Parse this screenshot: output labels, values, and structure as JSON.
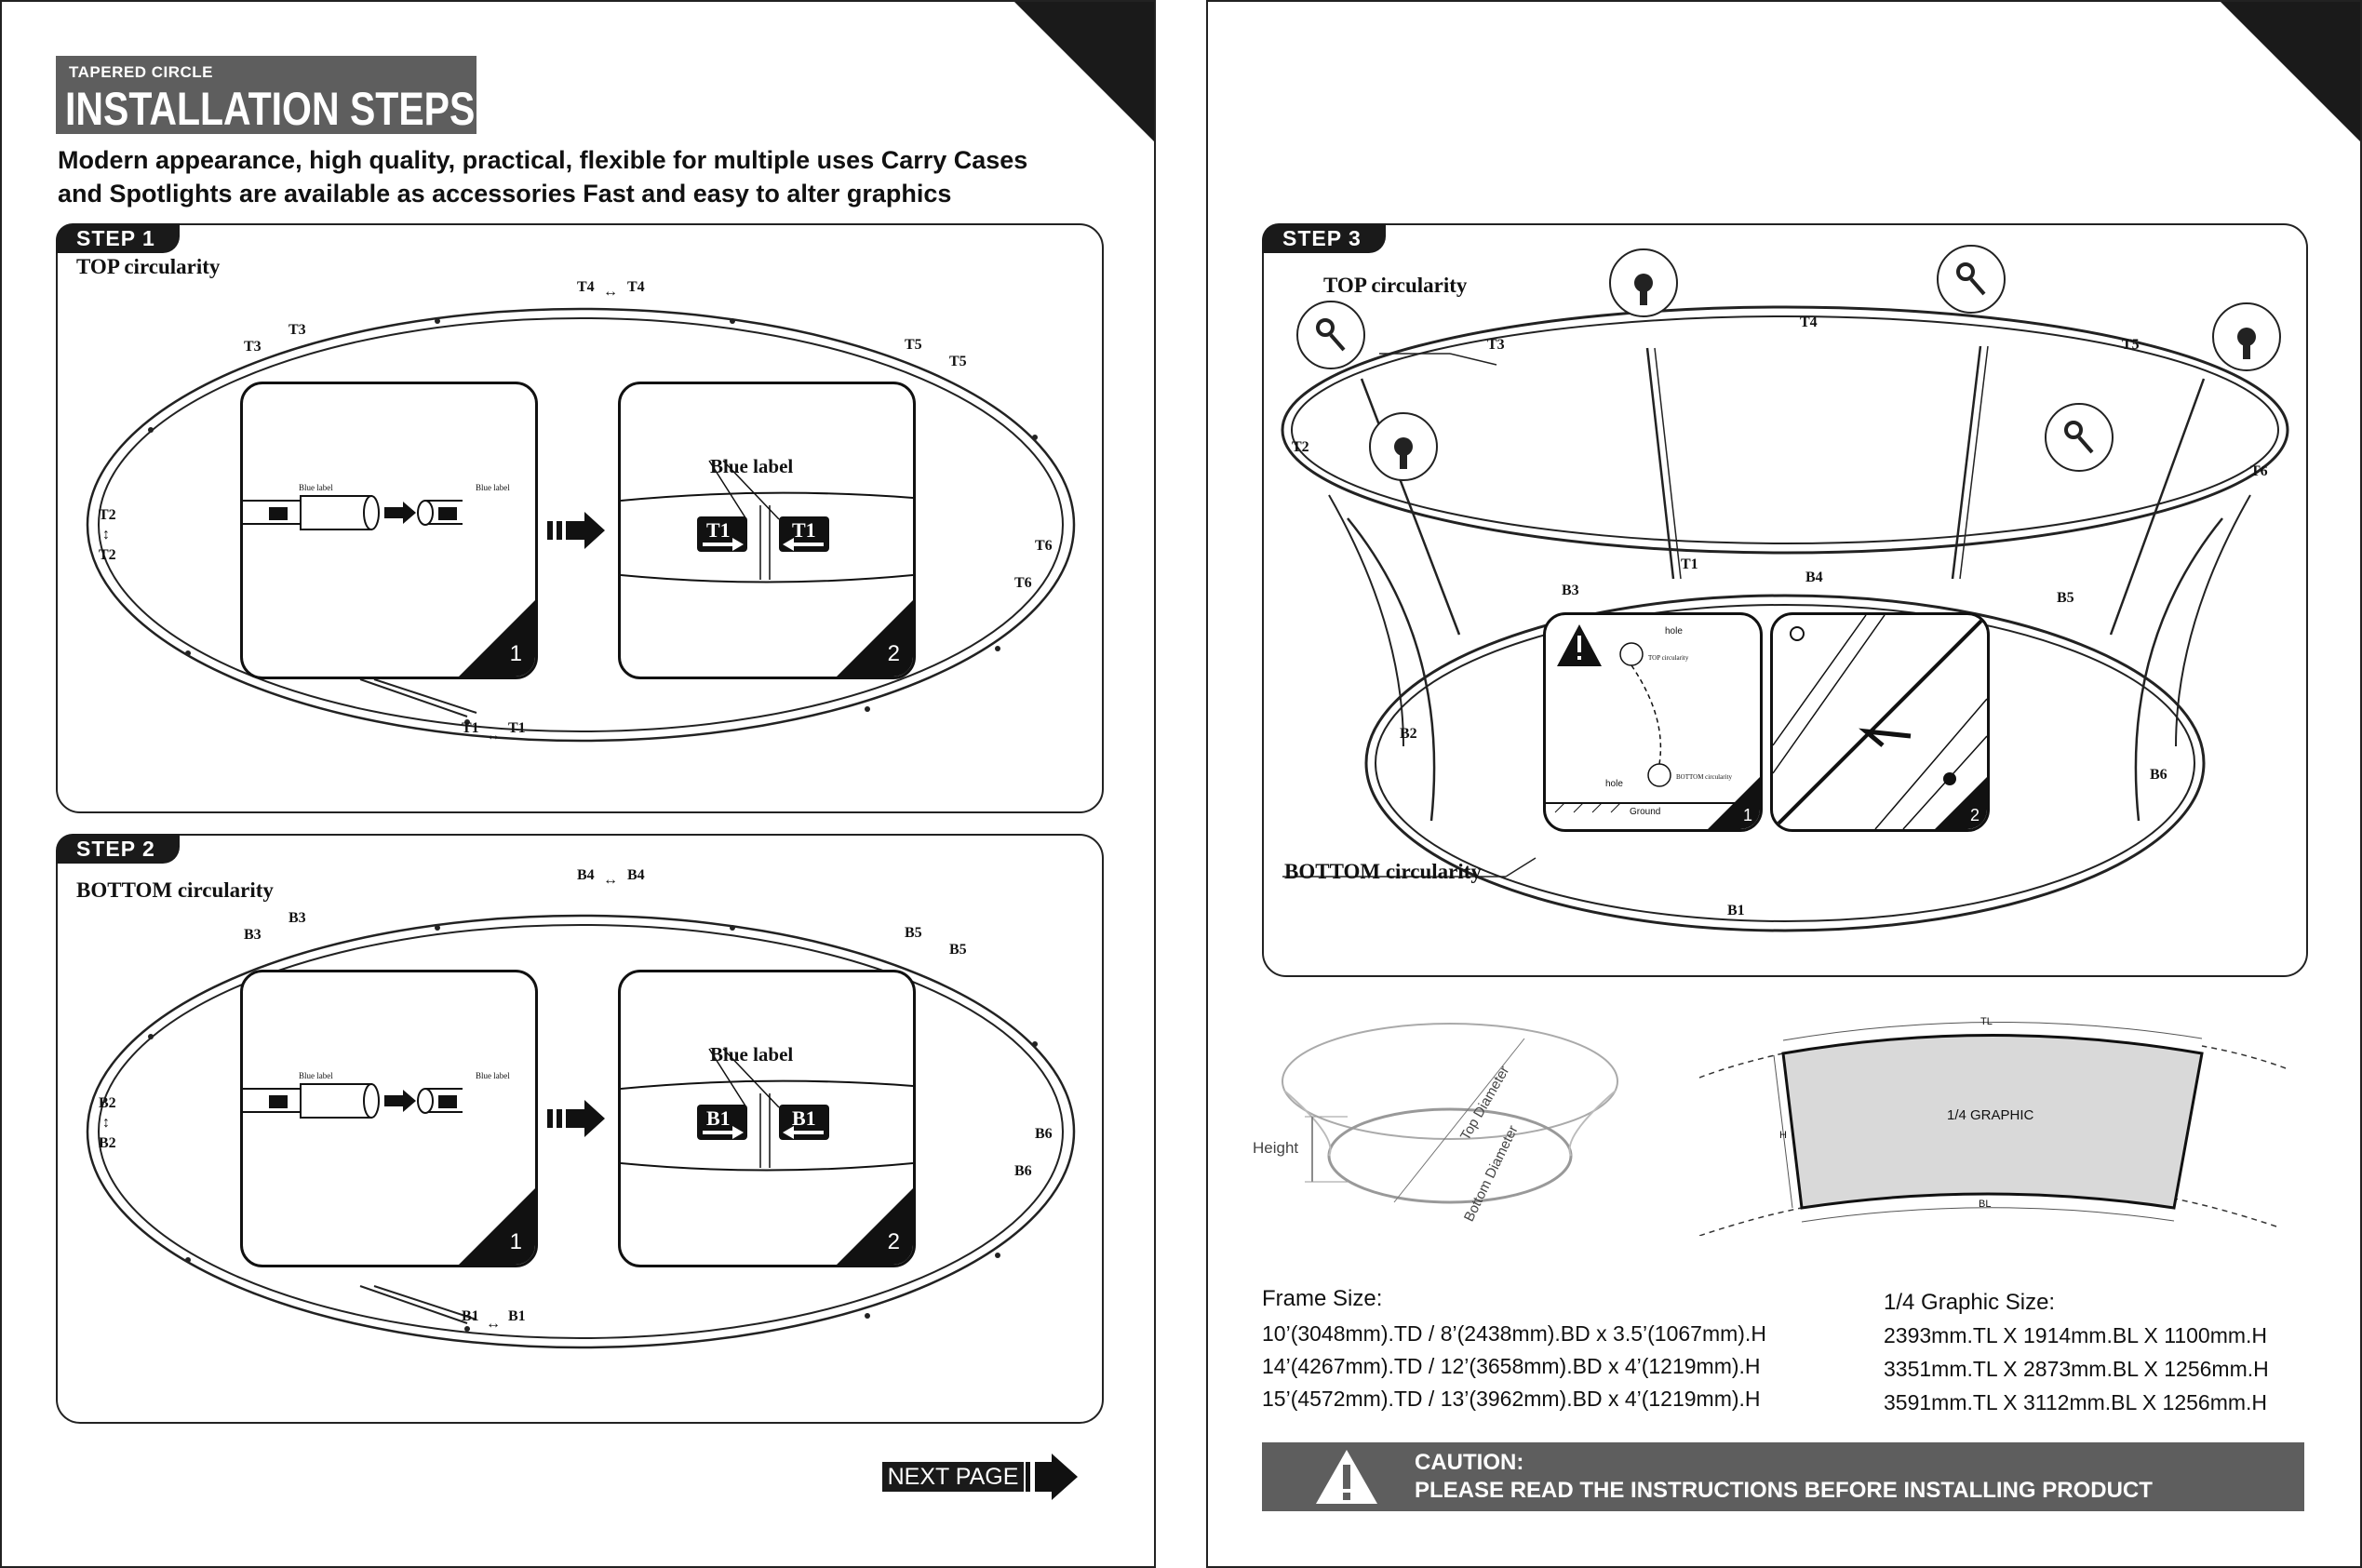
{
  "header": {
    "subtitle": "TAPERED CIRCLE",
    "title": "INSTALLATION STEPS",
    "intro_line1": "Modern appearance, high quality, practical, flexible for multiple uses Carry Cases",
    "intro_line2": "and Spotlights are available as accessories Fast and easy to alter graphics"
  },
  "step1": {
    "badge": "STEP 1",
    "label": "TOP circularity",
    "marks": {
      "t1": "T1",
      "t2": "T2",
      "t3": "T3",
      "t4": "T4",
      "t5": "T5",
      "t6": "T6"
    },
    "inset1_tag": "Blue label",
    "inset2_tag": "Blue label",
    "connector_label": "T1",
    "num1": "1",
    "num2": "2"
  },
  "step2": {
    "badge": "STEP 2",
    "label": "BOTTOM circularity",
    "marks": {
      "b1": "B1",
      "b2": "B2",
      "b3": "B3",
      "b4": "B4",
      "b5": "B5",
      "b6": "B6"
    },
    "inset1_tag": "Blue label",
    "inset2_tag": "Blue label",
    "connector_label": "B1",
    "num1": "1",
    "num2": "2"
  },
  "next_page": "NEXT PAGE",
  "step3": {
    "badge": "STEP 3",
    "top_label": "TOP circularity",
    "bottom_label": "BOTTOM circularity",
    "marks": {
      "t1": "T1",
      "t2": "T2",
      "t3": "T3",
      "t4": "T4",
      "t5": "T5",
      "t6": "T6",
      "b1": "B1",
      "b2": "B2",
      "b3": "B3",
      "b4": "B4",
      "b5": "B5",
      "b6": "B6"
    },
    "inset1": {
      "hole_top": "hole",
      "top_circ": "TOP circularity",
      "hole_bottom": "hole",
      "bottom_circ": "BOTTOM circularity",
      "ground": "Ground",
      "num": "1"
    },
    "inset2": {
      "num": "2"
    }
  },
  "diagram": {
    "height": "Height",
    "top_diameter": "Top Diameter",
    "bottom_diameter": "Bottom Diameter",
    "tl": "TL",
    "bl": "BL",
    "h": "H",
    "graphic": "1/4 GRAPHIC"
  },
  "frame_size": {
    "heading": "Frame Size:",
    "rows": [
      "10’(3048mm).TD / 8’(2438mm).BD x 3.5’(1067mm).H",
      "14’(4267mm).TD / 12’(3658mm).BD x 4’(1219mm).H",
      "15’(4572mm).TD / 13’(3962mm).BD x 4’(1219mm).H"
    ]
  },
  "graphic_size": {
    "heading": "1/4 Graphic Size:",
    "rows": [
      "2393mm.TL X 1914mm.BL X 1100mm.H",
      "3351mm.TL X 2873mm.BL X 1256mm.H",
      "3591mm.TL X 3112mm.BL X 1256mm.H"
    ]
  },
  "caution": {
    "title": "CAUTION:",
    "text": "PLEASE READ THE INSTRUCTIONS BEFORE INSTALLING PRODUCT"
  },
  "colors": {
    "dark": "#1a1a1a",
    "panel_gray": "#5e5e5e",
    "graphic_fill": "#d9d9d9"
  }
}
